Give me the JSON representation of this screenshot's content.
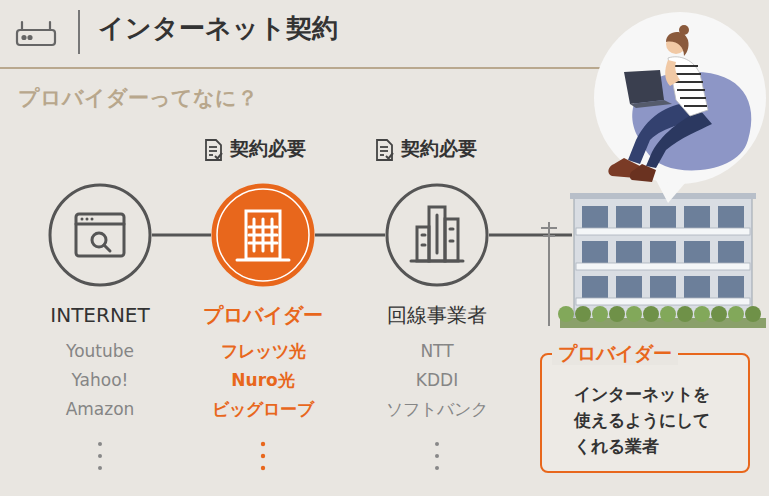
{
  "diagram": {
    "title": "インターネット契約",
    "nodes": [
      {
        "text": [
          "INTERNET",
          "Youtube",
          "Yahoo!",
          "Amazon"
        ]
      },
      {
        "text": [
          "プロバイダー",
          "フレッツ光",
          "Nuro光",
          "ビッグローブ"
        ]
      },
      {
        "text": [
          "回線事業者",
          "NTT",
          "KDDI",
          "ソフトバンク"
        ]
      },
      {
        "text": [
          "プロバイダー",
          "インターネットを使えるようにしてくれる業者"
        ]
      }
    ],
    "edges": [
      {
        "from": 0,
        "to": 1,
        "arrow": "none"
      },
      {
        "from": 1,
        "to": 2,
        "arrow": "none"
      }
    ],
    "labels": [
      "プロバイダーってなに？",
      "契約必要",
      "契約必要"
    ]
  }
}
